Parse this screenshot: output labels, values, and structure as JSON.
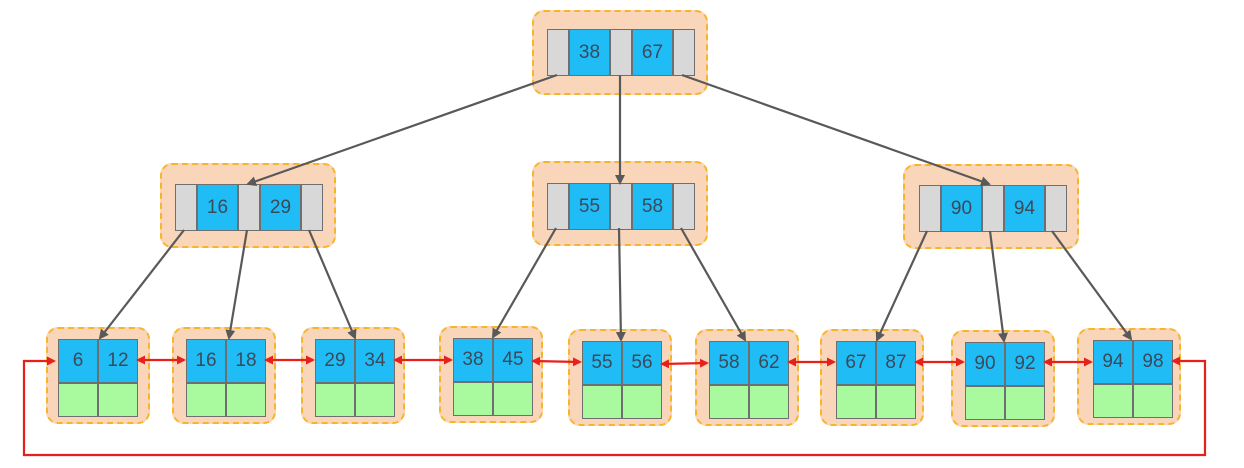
{
  "colors": {
    "node_fill": "#f9d5b9",
    "node_border": "#f7b529",
    "key_cell": "#1fbcf5",
    "pointer_cell": "#d8d8d8",
    "data_cell": "#a9f99e",
    "tree_edge": "#595959",
    "leaf_link": "#e8201c"
  },
  "tree": {
    "root": {
      "keys": [
        "38",
        "67"
      ]
    },
    "internal": [
      {
        "keys": [
          "16",
          "29"
        ]
      },
      {
        "keys": [
          "55",
          "58"
        ]
      },
      {
        "keys": [
          "90",
          "94"
        ]
      }
    ],
    "leaves": [
      {
        "keys": [
          "6",
          "12"
        ]
      },
      {
        "keys": [
          "16",
          "18"
        ]
      },
      {
        "keys": [
          "29",
          "34"
        ]
      },
      {
        "keys": [
          "38",
          "45"
        ]
      },
      {
        "keys": [
          "55",
          "56"
        ]
      },
      {
        "keys": [
          "58",
          "62"
        ]
      },
      {
        "keys": [
          "67",
          "87"
        ]
      },
      {
        "keys": [
          "90",
          "92"
        ]
      },
      {
        "keys": [
          "94",
          "98"
        ]
      }
    ]
  }
}
